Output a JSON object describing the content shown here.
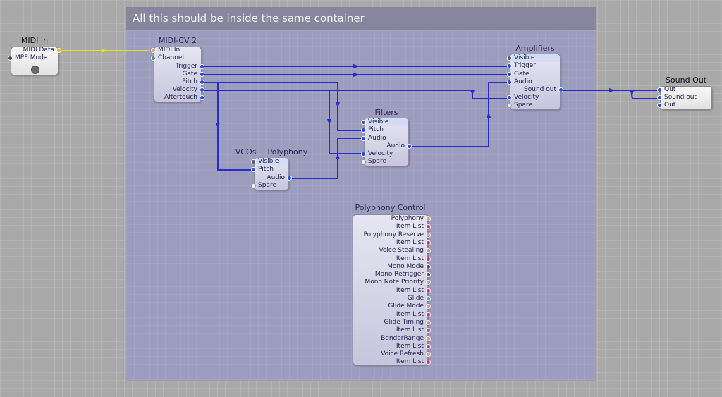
{
  "container": {
    "title": "All this should be inside the same container"
  },
  "colors": {
    "wire_audio": "#2a2ad0",
    "wire_midi": "#e8e000",
    "pin_blue": "#2244ee",
    "pin_orange": "#e89070",
    "pin_pink": "#e02a70",
    "pin_gray": "#55557a",
    "pin_cyan": "#30b0e8",
    "pin_white": "#f2f2f2",
    "pin_midi_out": "#f0b800",
    "pin_midi_in": "#e0a060",
    "pin_green": "#30a070",
    "pin_dark": "#505050"
  },
  "modules": {
    "midi_in": {
      "title": "MIDI In",
      "pins": [
        {
          "label": "MIDI Data",
          "dir": "out",
          "color": "pin_midi_out"
        },
        {
          "label": "MPE Mode",
          "dir": "in",
          "color": "pin_dark"
        }
      ]
    },
    "midi_cv": {
      "title": "MIDI-CV 2",
      "pins": [
        {
          "label": "MIDI In",
          "dir": "in",
          "color": "pin_midi_in"
        },
        {
          "label": "Channel",
          "dir": "in",
          "color": "pin_green"
        },
        {
          "label": "Trigger",
          "dir": "out",
          "color": "pin_blue"
        },
        {
          "label": "Gate",
          "dir": "out",
          "color": "pin_blue"
        },
        {
          "label": "Pitch",
          "dir": "out",
          "color": "pin_blue"
        },
        {
          "label": "Velocity",
          "dir": "out",
          "color": "pin_blue"
        },
        {
          "label": "Aftertouch",
          "dir": "out",
          "color": "pin_blue"
        }
      ]
    },
    "vcos": {
      "title": "VCOs + Polyphony",
      "pins": [
        {
          "label": "Visible",
          "dir": "in",
          "color": "pin_gray"
        },
        {
          "label": "Pitch",
          "dir": "in",
          "color": "pin_blue"
        },
        {
          "label": "Audio",
          "dir": "out",
          "color": "pin_blue"
        },
        {
          "label": "Spare",
          "dir": "in",
          "color": "pin_white"
        }
      ]
    },
    "filters": {
      "title": "Filters",
      "pins": [
        {
          "label": "Visible",
          "dir": "in",
          "color": "pin_gray"
        },
        {
          "label": "Pitch",
          "dir": "in",
          "color": "pin_blue"
        },
        {
          "label": "Audio",
          "dir": "in",
          "color": "pin_blue"
        },
        {
          "label": "Audio",
          "dir": "out",
          "color": "pin_blue"
        },
        {
          "label": "Velocity",
          "dir": "in",
          "color": "pin_blue"
        },
        {
          "label": "Spare",
          "dir": "in",
          "color": "pin_white"
        }
      ]
    },
    "amplifiers": {
      "title": "Amplifiers",
      "pins": [
        {
          "label": "Visible",
          "dir": "in",
          "color": "pin_gray"
        },
        {
          "label": "Trigger",
          "dir": "in",
          "color": "pin_blue"
        },
        {
          "label": "Gate",
          "dir": "in",
          "color": "pin_blue"
        },
        {
          "label": "Audio",
          "dir": "in",
          "color": "pin_blue"
        },
        {
          "label": "Sound out",
          "dir": "out",
          "color": "pin_blue"
        },
        {
          "label": "Velocity",
          "dir": "in",
          "color": "pin_blue"
        },
        {
          "label": "Spare",
          "dir": "in",
          "color": "pin_white"
        }
      ]
    },
    "sound_out": {
      "title": "Sound Out",
      "pins": [
        {
          "label": "Out",
          "dir": "in",
          "color": "pin_blue"
        },
        {
          "label": "Sound out",
          "dir": "in",
          "color": "pin_blue"
        },
        {
          "label": "Out",
          "dir": "in",
          "color": "pin_blue"
        }
      ]
    },
    "poly_control": {
      "title": "Polyphony Control",
      "pins": [
        {
          "label": "Polyphony",
          "dir": "out",
          "color": "pin_orange"
        },
        {
          "label": "Item List",
          "dir": "out",
          "color": "pin_pink"
        },
        {
          "label": "Polyphony Reserve",
          "dir": "out",
          "color": "pin_orange"
        },
        {
          "label": "Item List",
          "dir": "out",
          "color": "pin_pink"
        },
        {
          "label": "Voice Stealing",
          "dir": "out",
          "color": "pin_orange"
        },
        {
          "label": "Item List",
          "dir": "out",
          "color": "pin_pink"
        },
        {
          "label": "Mono Mode",
          "dir": "out",
          "color": "pin_gray"
        },
        {
          "label": "Mono Retrigger",
          "dir": "out",
          "color": "pin_gray"
        },
        {
          "label": "Mono Note Priority",
          "dir": "out",
          "color": "pin_orange"
        },
        {
          "label": "Item List",
          "dir": "out",
          "color": "pin_pink"
        },
        {
          "label": "Glide",
          "dir": "out",
          "color": "pin_cyan"
        },
        {
          "label": "Glide Mode",
          "dir": "out",
          "color": "pin_orange"
        },
        {
          "label": "Item List",
          "dir": "out",
          "color": "pin_pink"
        },
        {
          "label": "Glide Timing",
          "dir": "out",
          "color": "pin_orange"
        },
        {
          "label": "Item List",
          "dir": "out",
          "color": "pin_pink"
        },
        {
          "label": "BenderRange",
          "dir": "out",
          "color": "pin_orange"
        },
        {
          "label": "Item List",
          "dir": "out",
          "color": "pin_pink"
        },
        {
          "label": "Voice Refresh",
          "dir": "out",
          "color": "pin_orange"
        },
        {
          "label": "Item List",
          "dir": "out",
          "color": "pin_pink"
        }
      ]
    }
  },
  "connections": [
    {
      "from": "MIDI In.MIDI Data",
      "to": "MIDI-CV 2.MIDI In",
      "type": "midi"
    },
    {
      "from": "MIDI-CV 2.Trigger",
      "to": "Amplifiers.Trigger",
      "type": "audio"
    },
    {
      "from": "MIDI-CV 2.Gate",
      "to": "Amplifiers.Gate",
      "type": "audio"
    },
    {
      "from": "MIDI-CV 2.Pitch",
      "to": "VCOs + Polyphony.Pitch",
      "type": "audio"
    },
    {
      "from": "MIDI-CV 2.Pitch",
      "to": "Filters.Pitch",
      "type": "audio"
    },
    {
      "from": "MIDI-CV 2.Velocity",
      "to": "Filters.Velocity",
      "type": "audio"
    },
    {
      "from": "MIDI-CV 2.Velocity",
      "to": "Amplifiers.Velocity",
      "type": "audio"
    },
    {
      "from": "VCOs + Polyphony.Audio",
      "to": "Filters.Audio",
      "type": "audio"
    },
    {
      "from": "Filters.Audio",
      "to": "Amplifiers.Audio",
      "type": "audio"
    },
    {
      "from": "Amplifiers.Sound out",
      "to": "Sound Out.Out",
      "type": "audio"
    },
    {
      "from": "Amplifiers.Sound out",
      "to": "Sound Out.Sound out",
      "type": "audio"
    }
  ]
}
